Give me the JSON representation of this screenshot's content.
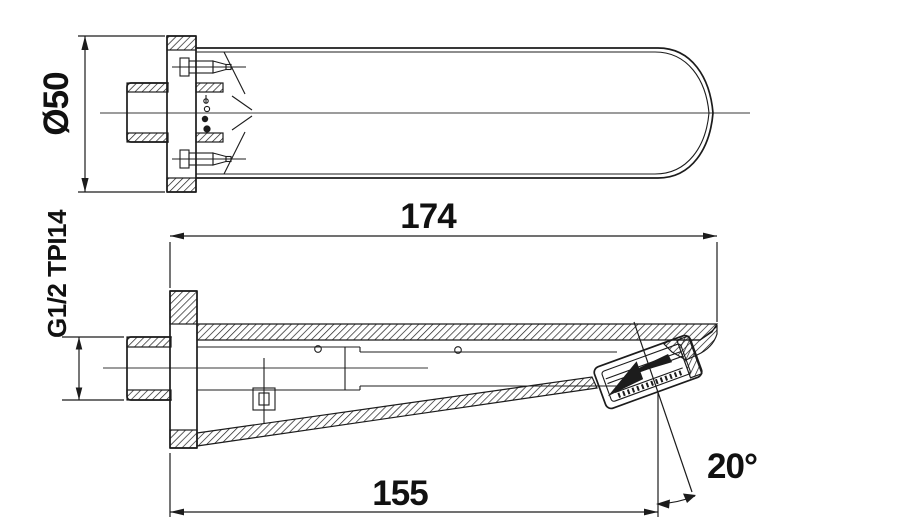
{
  "drawing": {
    "type": "technical-drawing",
    "subject": "wall-mounted spout, sectional dimension drawing",
    "colors": {
      "line": "#1c1c1c",
      "background": "#ffffff",
      "text": "#111111"
    },
    "dimensions": {
      "diameter": "Ø50",
      "overall_length": "174",
      "projection_length": "155",
      "thread_spec": "G1/2 TPI14",
      "outlet_angle": "20°"
    }
  }
}
